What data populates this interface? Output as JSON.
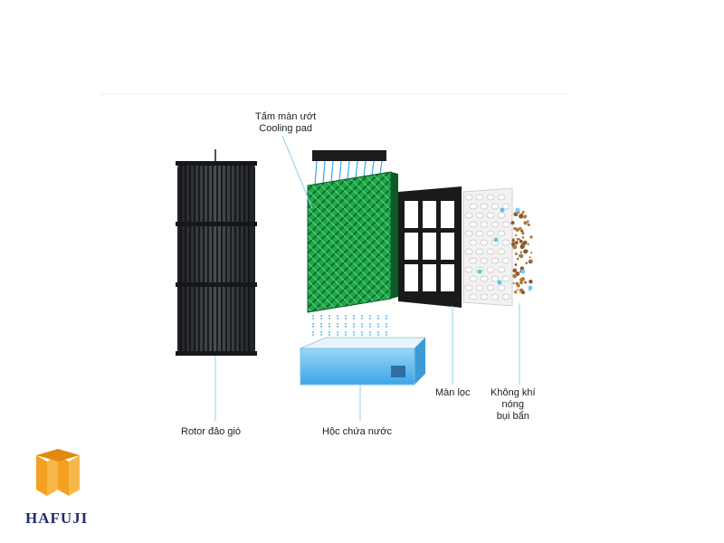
{
  "labels": {
    "cooling_pad_line1": "Tấm màn ướt",
    "cooling_pad_line2": "Cooling pad",
    "rotor": "Rotor đảo gió",
    "water_tank": "Hộc chứa nước",
    "filter": "Màn lọc",
    "hot_air_line1": "Không khí",
    "hot_air_line2": "nóng",
    "hot_air_line3": "bụi bẩn"
  },
  "logo": {
    "text": "HAFUJI"
  },
  "colors": {
    "rotor": "#2b2e33",
    "pad_green": "#1fa84a",
    "pad_dark": "#0f6f2e",
    "water": "#4fb3ea",
    "leader_line": "#8fd0e8",
    "filter_frame": "#1a1a1a",
    "logo_orange": "#f5a623",
    "logo_text": "#1f2d6e"
  },
  "icons": [
    "droplet-icon",
    "dust-particle-icon"
  ]
}
